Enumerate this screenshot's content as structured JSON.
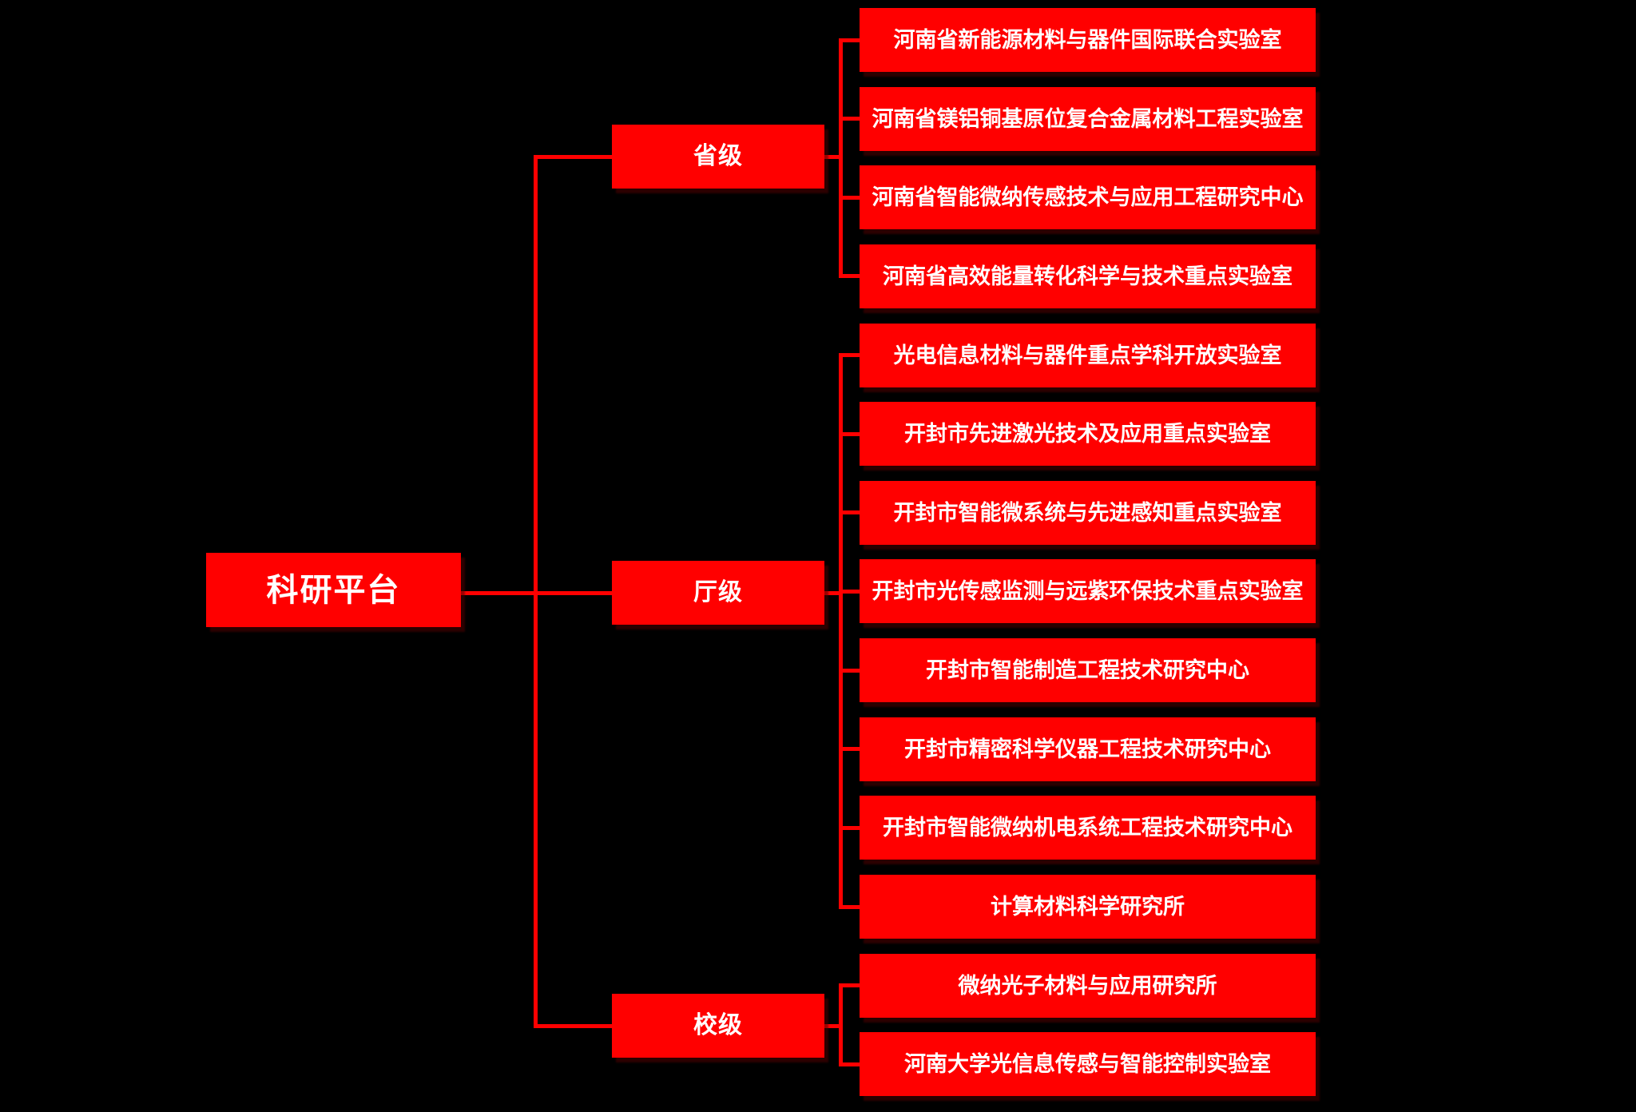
{
  "root": {
    "label": "科研平台"
  },
  "groups": [
    {
      "label": "省级",
      "children": [
        "河南省新能源材料与器件国际联合实验室",
        "河南省镁铝铜基原位复合金属材料工程实验室",
        "河南省智能微纳传感技术与应用工程研究中心",
        "河南省高效能量转化科学与技术重点实验室"
      ]
    },
    {
      "label": "厅级",
      "children": [
        "光电信息材料与器件重点学科开放实验室",
        "开封市先进激光技术及应用重点实验室",
        "开封市智能微系统与先进感知重点实验室",
        "开封市光传感监测与远紫环保技术重点实验室",
        "开封市智能制造工程技术研究中心",
        "开封市精密科学仪器工程技术研究中心",
        "开封市智能微纳机电系统工程技术研究中心",
        "计算材料科学研究所"
      ]
    },
    {
      "label": "校级",
      "children": [
        "微纳光子材料与应用研究所",
        "河南大学光信息传感与智能控制实验室"
      ]
    }
  ],
  "colors": {
    "node_fill": "#ff0000",
    "node_text": "#ffffff",
    "connector": "#ff0000",
    "background": "#000000"
  }
}
